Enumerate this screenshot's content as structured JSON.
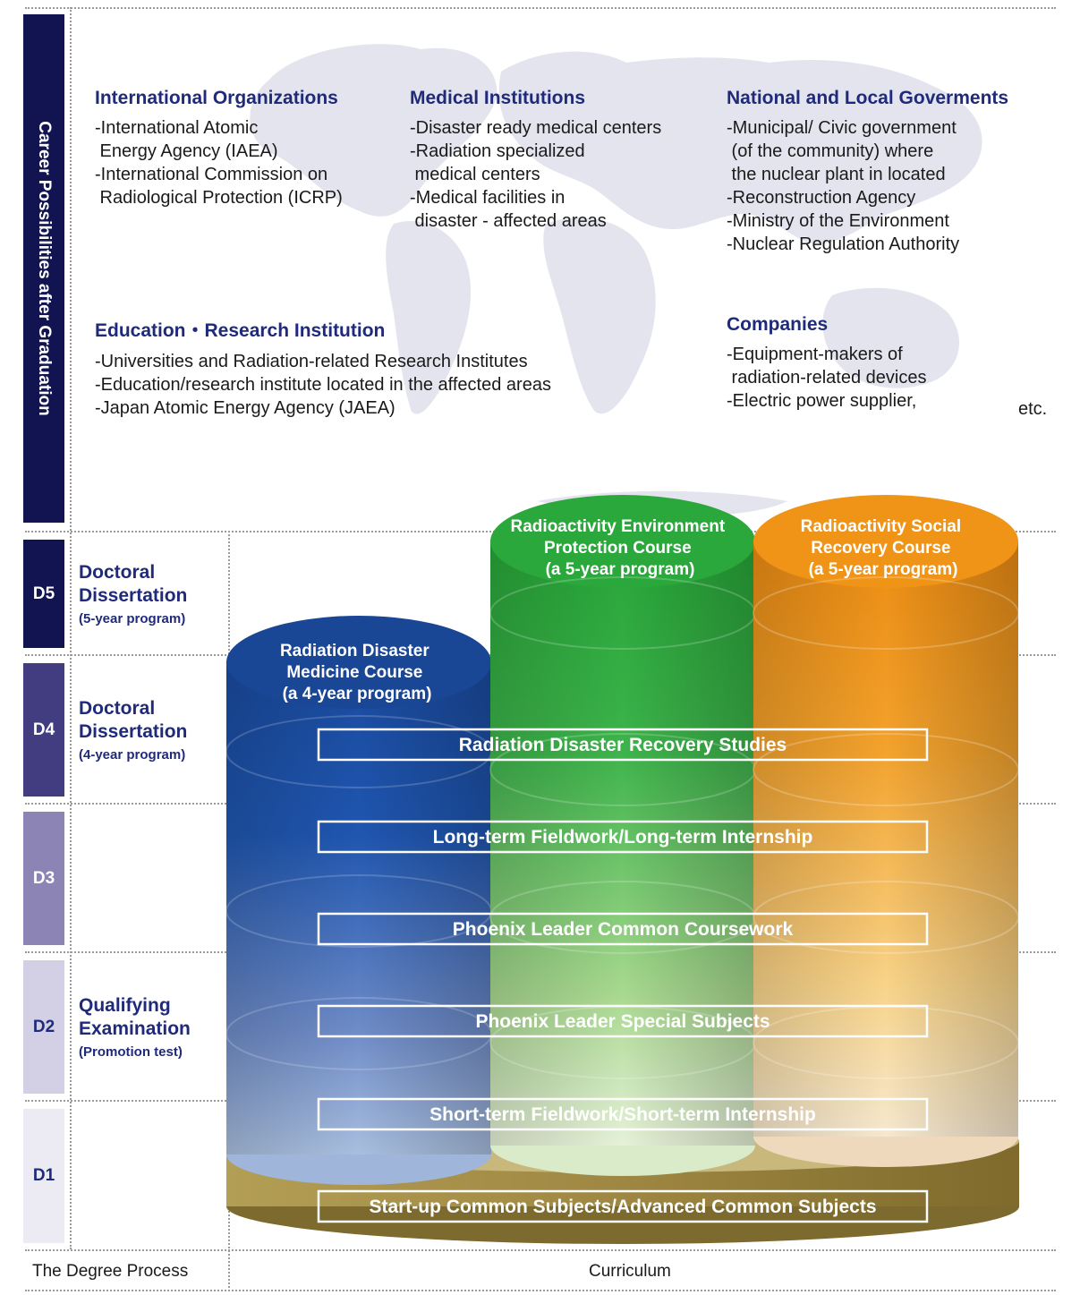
{
  "career": {
    "vertical_title": "Career Possibilities after Graduation",
    "sections": [
      {
        "heading": "International Organizations",
        "items": [
          "-International Atomic\n Energy Agency (IAEA)",
          "-International Commission on\n Radiological Protection (ICRP)"
        ]
      },
      {
        "heading": "Medical Institutions",
        "items": [
          "-Disaster ready medical centers",
          "-Radiation specialized\n medical centers",
          "-Medical facilities in\n disaster - affected areas"
        ]
      },
      {
        "heading": "National and  Local Goverments",
        "items": [
          "-Municipal/ Civic government\n (of the community) where\n the nuclear plant in located",
          "-Reconstruction Agency",
          "-Ministry of the Environment",
          "-Nuclear Regulation Authority"
        ]
      },
      {
        "heading": "Education・Research Institution",
        "items": [
          "-Universities and Radiation-related Research Institutes",
          "-Education/research institute located in the affected areas",
          "-Japan Atomic Energy Agency (JAEA)"
        ]
      },
      {
        "heading": "Companies",
        "items": [
          "-Equipment-makers of\n radiation-related devices",
          "-Electric power supplier,"
        ]
      }
    ],
    "etc": "etc."
  },
  "degree": {
    "levels": [
      {
        "code": "D5",
        "color": "#121452",
        "stage_title": "Doctoral\nDissertation",
        "stage_note": "(5-year program)"
      },
      {
        "code": "D4",
        "color": "#413d80",
        "stage_title": "Doctoral\nDissertation",
        "stage_note": "(4-year program)"
      },
      {
        "code": "D3",
        "color": "#8d84b6",
        "stage_title": "",
        "stage_note": ""
      },
      {
        "code": "D2",
        "color": "#d3cfe4",
        "stage_title": "Qualifying\nExamination",
        "stage_note": "(Promotion test)"
      },
      {
        "code": "D1",
        "color": "#ecebf4",
        "stage_title": "",
        "stage_note": ""
      }
    ]
  },
  "courses": [
    {
      "name": "Radiation Disaster\nMedicine Course\n(a 4-year program)",
      "color": "#1a49a0"
    },
    {
      "name": "Radioactivity Environment\nProtection Course\n(a 5-year program)",
      "color": "#28a83a"
    },
    {
      "name": "Radioactivity Social\nRecovery Course\n(a 5-year program)",
      "color": "#ee8c10"
    }
  ],
  "curriculum_bands": [
    "Radiation Disaster Recovery Studies",
    "Long-term Fieldwork/Long-term Internship",
    "Phoenix Leader Common Coursework",
    "Phoenix Leader Special Subjects",
    "Short-term Fieldwork/Short-term Internship",
    "Start-up Common Subjects/Advanced Common Subjects"
  ],
  "footer": {
    "left": "The Degree Process",
    "right": "Curriculum"
  },
  "colors": {
    "navy": "#121452",
    "heading_blue": "#1f2b7a",
    "base_gold": "#9a8540",
    "map_gray": "#e3e3ee"
  }
}
